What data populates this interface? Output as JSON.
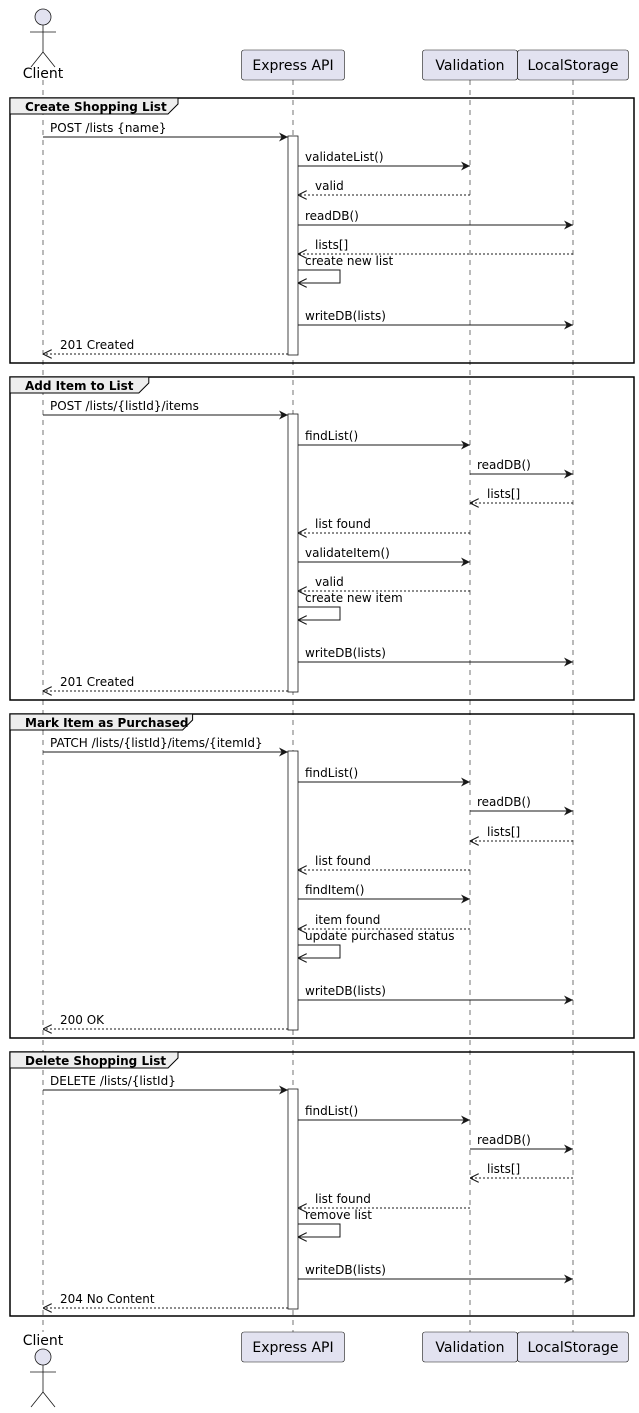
{
  "participants": [
    {
      "id": "client",
      "label": "Client",
      "kind": "actor"
    },
    {
      "id": "api",
      "label": "Express API",
      "kind": "participant"
    },
    {
      "id": "validation",
      "label": "Validation",
      "kind": "participant"
    },
    {
      "id": "storage",
      "label": "LocalStorage",
      "kind": "participant"
    }
  ],
  "groups": [
    {
      "title": "Create Shopping List",
      "messages": [
        {
          "from": "client",
          "to": "api",
          "label": "POST /lists {name}",
          "type": "sync"
        },
        {
          "from": "api",
          "to": "validation",
          "label": "validateList()",
          "type": "sync"
        },
        {
          "from": "validation",
          "to": "api",
          "label": "valid",
          "type": "return"
        },
        {
          "from": "api",
          "to": "storage",
          "label": "readDB()",
          "type": "sync"
        },
        {
          "from": "storage",
          "to": "api",
          "label": "lists[]",
          "type": "return"
        },
        {
          "from": "api",
          "to": "api",
          "label": "create new list",
          "type": "self"
        },
        {
          "from": "api",
          "to": "storage",
          "label": "writeDB(lists)",
          "type": "sync"
        },
        {
          "from": "api",
          "to": "client",
          "label": "201 Created",
          "type": "return"
        }
      ]
    },
    {
      "title": "Add Item to List",
      "messages": [
        {
          "from": "client",
          "to": "api",
          "label": "POST /lists/{listId}/items",
          "type": "sync"
        },
        {
          "from": "api",
          "to": "validation",
          "label": "findList()",
          "type": "sync"
        },
        {
          "from": "validation",
          "to": "storage",
          "label": "readDB()",
          "type": "sync"
        },
        {
          "from": "storage",
          "to": "validation",
          "label": "lists[]",
          "type": "return"
        },
        {
          "from": "validation",
          "to": "api",
          "label": "list found",
          "type": "return"
        },
        {
          "from": "api",
          "to": "validation",
          "label": "validateItem()",
          "type": "sync"
        },
        {
          "from": "validation",
          "to": "api",
          "label": "valid",
          "type": "return"
        },
        {
          "from": "api",
          "to": "api",
          "label": "create new item",
          "type": "self"
        },
        {
          "from": "api",
          "to": "storage",
          "label": "writeDB(lists)",
          "type": "sync"
        },
        {
          "from": "api",
          "to": "client",
          "label": "201 Created",
          "type": "return"
        }
      ]
    },
    {
      "title": "Mark Item as Purchased",
      "messages": [
        {
          "from": "client",
          "to": "api",
          "label": "PATCH /lists/{listId}/items/{itemId}",
          "type": "sync"
        },
        {
          "from": "api",
          "to": "validation",
          "label": "findList()",
          "type": "sync"
        },
        {
          "from": "validation",
          "to": "storage",
          "label": "readDB()",
          "type": "sync"
        },
        {
          "from": "storage",
          "to": "validation",
          "label": "lists[]",
          "type": "return"
        },
        {
          "from": "validation",
          "to": "api",
          "label": "list found",
          "type": "return"
        },
        {
          "from": "api",
          "to": "validation",
          "label": "findItem()",
          "type": "sync"
        },
        {
          "from": "validation",
          "to": "api",
          "label": "item found",
          "type": "return"
        },
        {
          "from": "api",
          "to": "api",
          "label": "update purchased status",
          "type": "self"
        },
        {
          "from": "api",
          "to": "storage",
          "label": "writeDB(lists)",
          "type": "sync"
        },
        {
          "from": "api",
          "to": "client",
          "label": "200 OK",
          "type": "return"
        }
      ]
    },
    {
      "title": "Delete Shopping List",
      "messages": [
        {
          "from": "client",
          "to": "api",
          "label": "DELETE /lists/{listId}",
          "type": "sync"
        },
        {
          "from": "api",
          "to": "validation",
          "label": "findList()",
          "type": "sync"
        },
        {
          "from": "validation",
          "to": "storage",
          "label": "readDB()",
          "type": "sync"
        },
        {
          "from": "storage",
          "to": "validation",
          "label": "lists[]",
          "type": "return"
        },
        {
          "from": "validation",
          "to": "api",
          "label": "list found",
          "type": "return"
        },
        {
          "from": "api",
          "to": "api",
          "label": "remove list",
          "type": "self"
        },
        {
          "from": "api",
          "to": "storage",
          "label": "writeDB(lists)",
          "type": "sync"
        },
        {
          "from": "api",
          "to": "client",
          "label": "204 No Content",
          "type": "return"
        }
      ]
    }
  ],
  "colors": {
    "participant_fill": "#E2E2F0",
    "group_tab_fill": "#EEEEEE",
    "line": "#181818"
  }
}
